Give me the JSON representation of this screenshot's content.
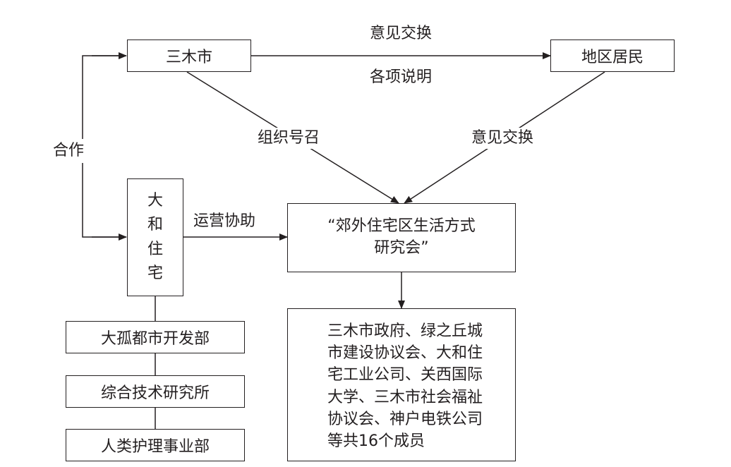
{
  "nodes": {
    "city": "三木市",
    "residents": "地区居民",
    "daiwa": [
      "大",
      "和",
      "住",
      "宅"
    ],
    "study_group": [
      "“郊外住宅区生活方式",
      "研究会”"
    ],
    "members": [
      "三木市政府、绿之丘城",
      "市建设协议会、大和住",
      "宅工业公司、关西国际",
      "大学、三木市社会福祉",
      "协议会、神户电铁公司",
      "等共16个成员"
    ],
    "dept_1": "大孤都市开发部",
    "dept_2": "综合技术研究所",
    "dept_3": "人类护理事业部"
  },
  "edges": {
    "opinion_exchange_top": "意见交换",
    "explanation": "各项说明",
    "cooperation": "合作",
    "organize_call": "组织号召",
    "opinion_exchange_right": "意见交换",
    "operation_support": "运营协助"
  }
}
